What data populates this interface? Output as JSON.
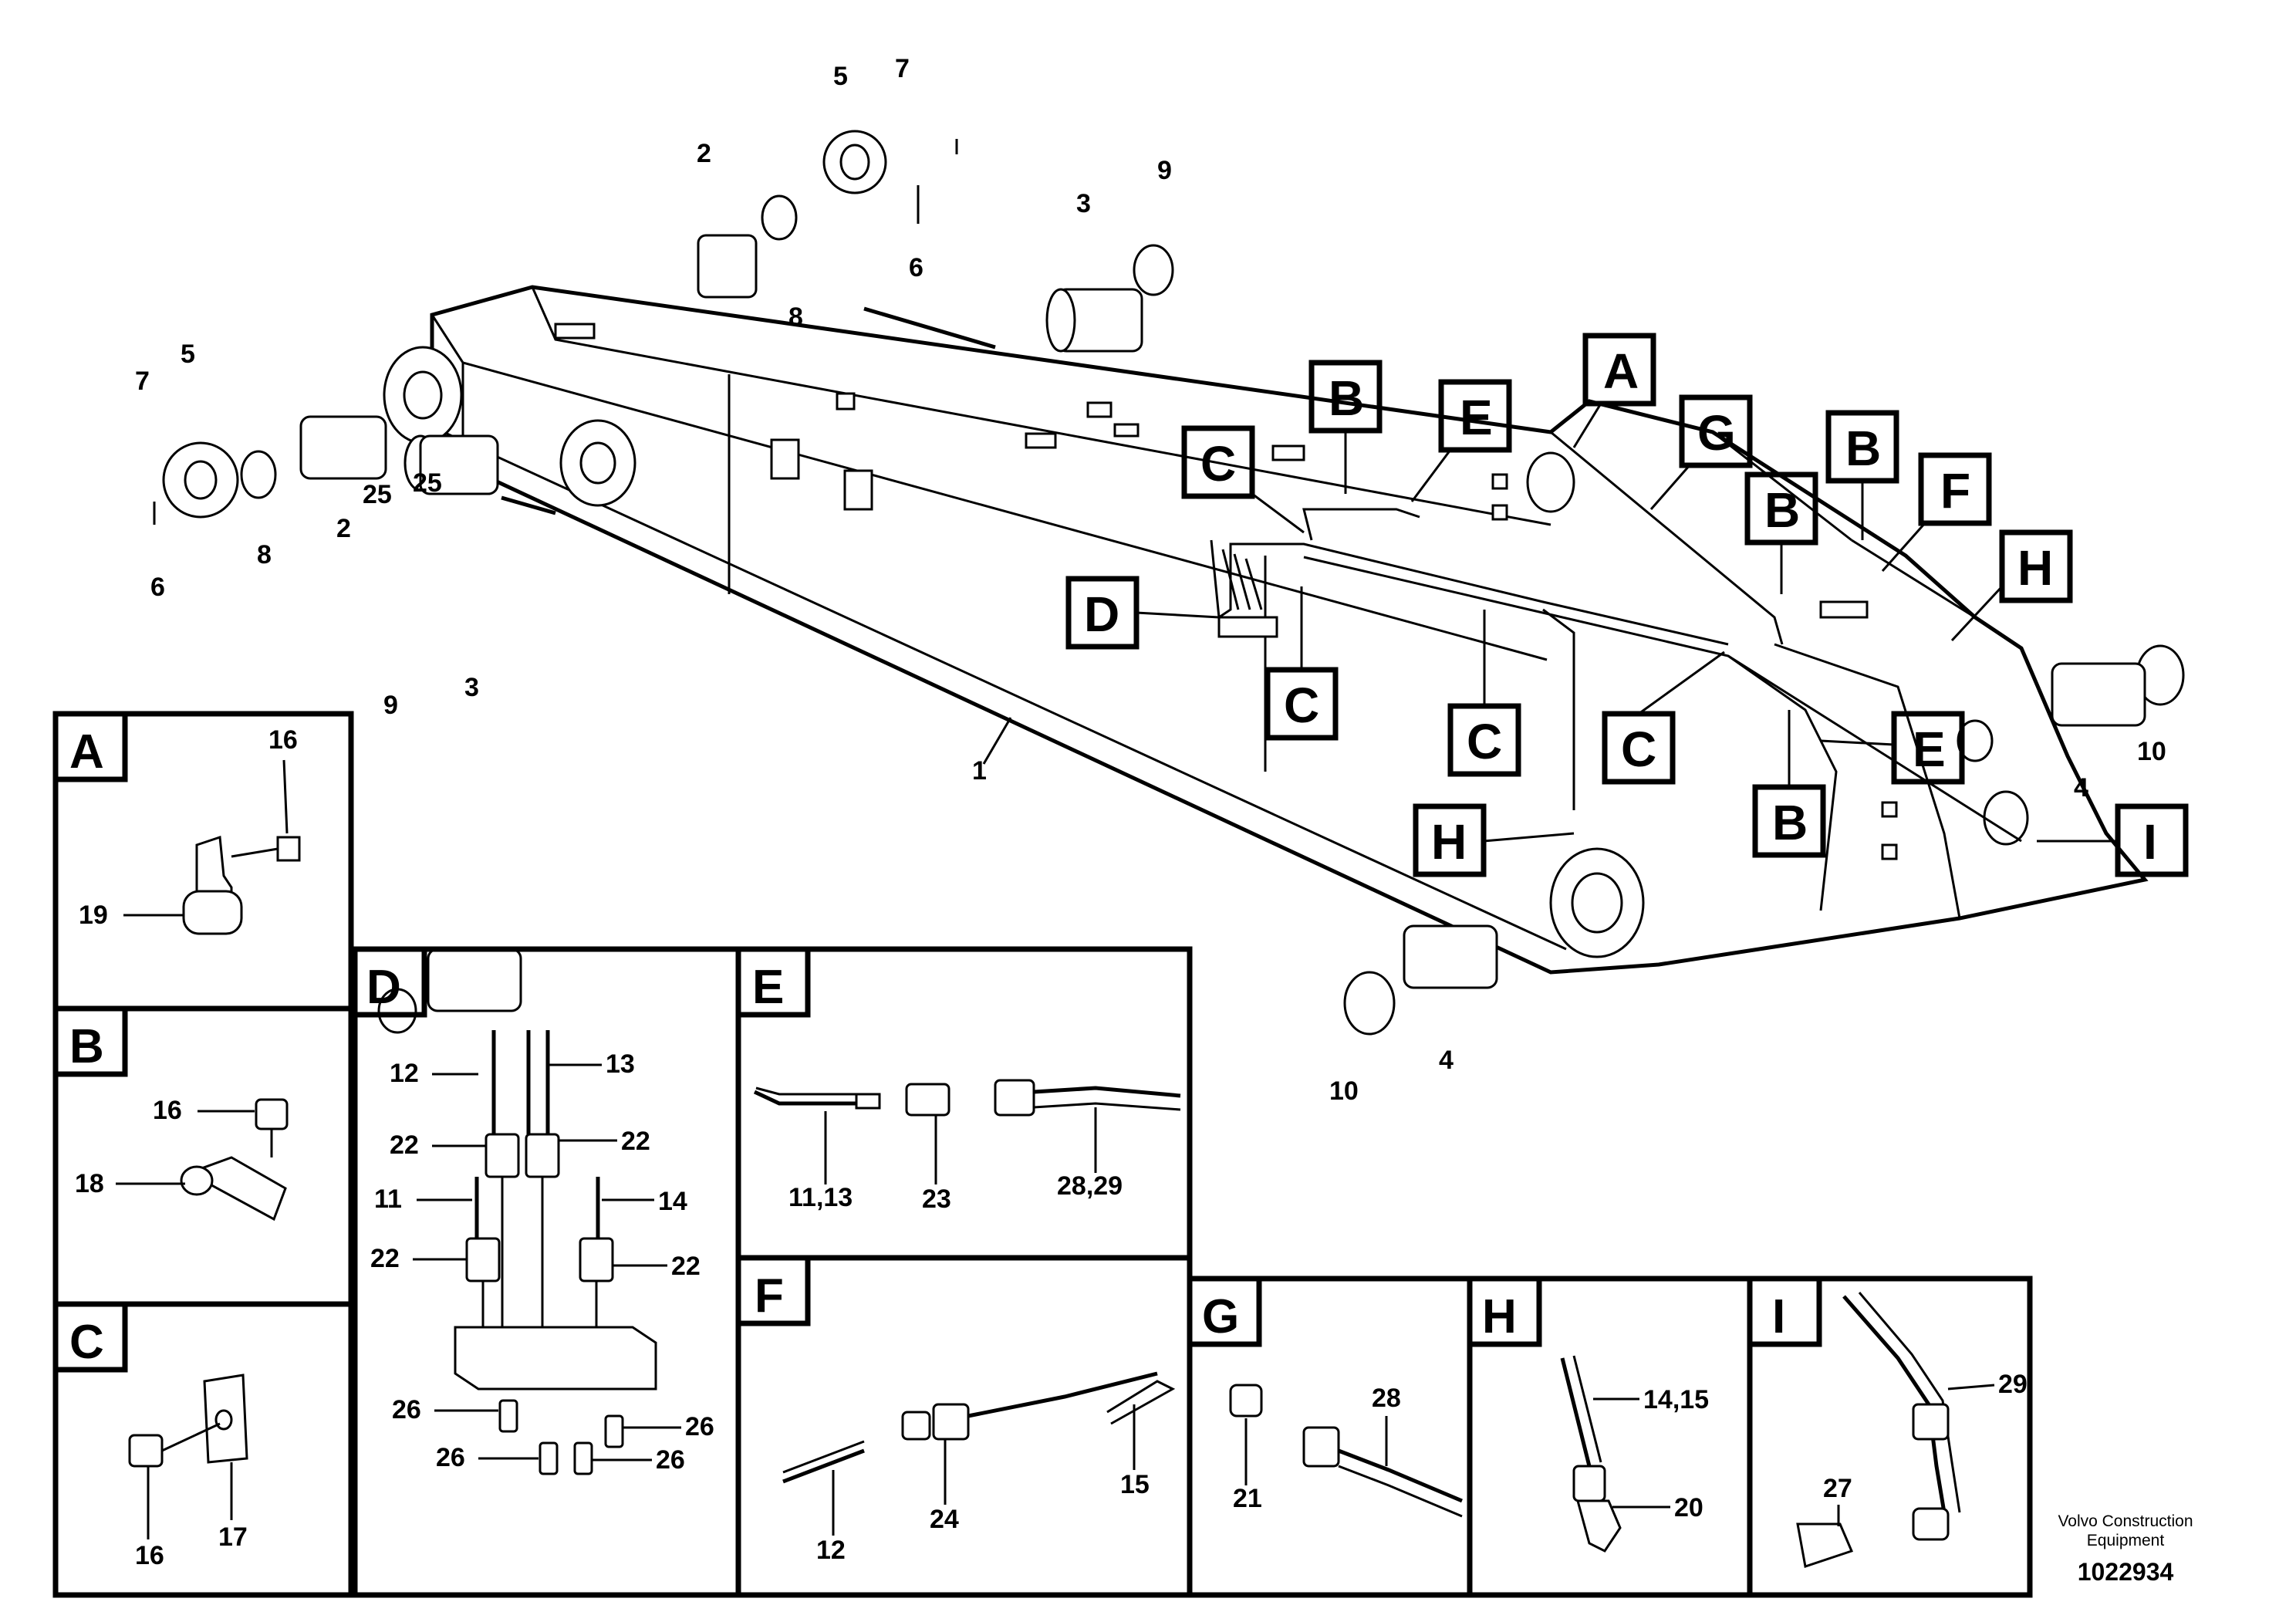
{
  "main_callouts": {
    "n1": "1",
    "n2a": "2",
    "n2b": "2",
    "n3a": "3",
    "n3b": "3",
    "n4a": "4",
    "n4b": "4",
    "n5a": "5",
    "n5b": "5",
    "n6a": "6",
    "n6b": "6",
    "n7a": "7",
    "n7b": "7",
    "n8a": "8",
    "n8b": "8",
    "n9a": "9",
    "n9b": "9",
    "n10a": "10",
    "n10b": "10",
    "n25a": "25",
    "n25b": "25"
  },
  "detail_markers": {
    "A": "A",
    "B1": "B",
    "B2": "B",
    "B3": "B",
    "B4": "B",
    "C1": "C",
    "C2": "C",
    "C3": "C",
    "C4": "C",
    "D": "D",
    "E1": "E",
    "E2": "E",
    "F": "F",
    "G": "G",
    "H1": "H",
    "H2": "H",
    "I": "I"
  },
  "panels": {
    "A": {
      "title": "A",
      "labels": {
        "p16": "16",
        "p19": "19"
      }
    },
    "B": {
      "title": "B",
      "labels": {
        "p16": "16",
        "p18": "18"
      }
    },
    "C": {
      "title": "C",
      "labels": {
        "p16": "16",
        "p17": "17"
      }
    },
    "D": {
      "title": "D",
      "labels": {
        "p12": "12",
        "p13": "13",
        "p22a": "22",
        "p22b": "22",
        "p11": "11",
        "p14": "14",
        "p22c": "22",
        "p22d": "22",
        "p26a": "26",
        "p26b": "26",
        "p26c": "26",
        "p26d": "26"
      }
    },
    "E": {
      "title": "E",
      "labels": {
        "p1113": "11,13",
        "p23": "23",
        "p2829": "28,29"
      }
    },
    "F": {
      "title": "F",
      "labels": {
        "p12": "12",
        "p24": "24",
        "p15": "15"
      }
    },
    "G": {
      "title": "G",
      "labels": {
        "p21": "21",
        "p28": "28"
      }
    },
    "H": {
      "title": "H",
      "labels": {
        "p1415": "14,15",
        "p20": "20"
      }
    },
    "I": {
      "title": "I",
      "labels": {
        "p27": "27",
        "p29": "29"
      }
    }
  },
  "footer": {
    "company_line1": "Volvo Construction",
    "company_line2": "Equipment",
    "drawing_number": "1022934"
  }
}
